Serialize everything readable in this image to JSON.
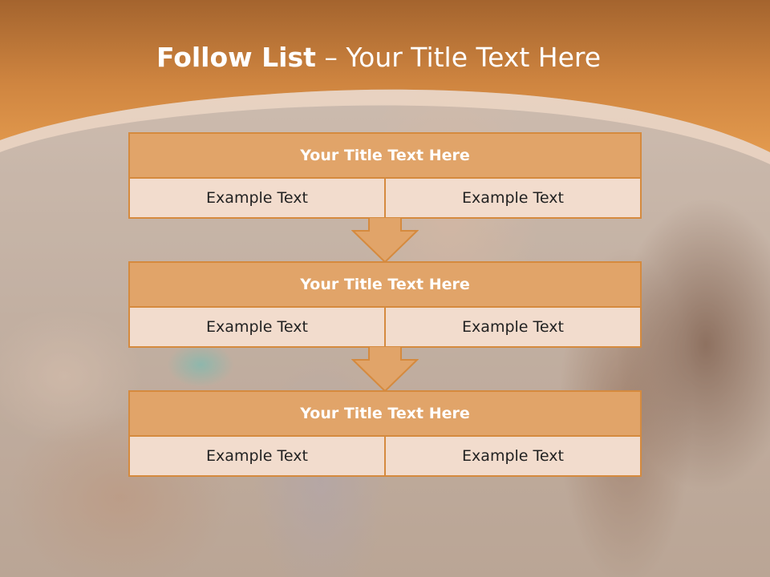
{
  "slide": {
    "title_bold": "Follow List",
    "title_rest": " – Your Title Text Here"
  },
  "blocks": [
    {
      "title": "Your Title Text Here",
      "left": "Example Text",
      "right": "Example Text"
    },
    {
      "title": "Your Title Text Here",
      "left": "Example Text",
      "right": "Example Text"
    },
    {
      "title": "Your Title Text Here",
      "left": "Example Text",
      "right": "Example Text"
    }
  ],
  "colors": {
    "accent": "#d98c40",
    "title_fill": "#e1a469",
    "cell_fill": "#f2dccd",
    "border": "#d58a3e"
  }
}
